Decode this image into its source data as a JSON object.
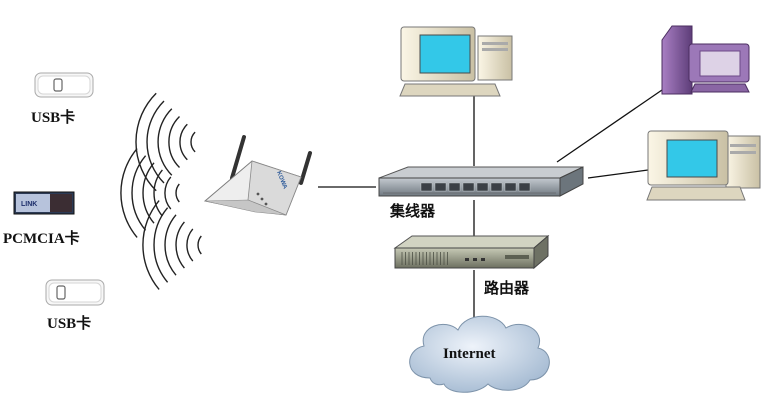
{
  "labels": {
    "usb_top": "USB卡",
    "pcmcia": "PCMCIA卡",
    "usb_bottom": "USB卡",
    "hub": "集线器",
    "router": "路由器",
    "internet": "Internet",
    "ap_brand": "KOWA",
    "pcmcia_brand": "LINK"
  },
  "colors": {
    "monitor_screen": "#33c8e8",
    "pc_case": "#e8e0c8",
    "purple_pc": "#8e6aa6",
    "hub_body": "#9aa3ac",
    "router_body": "#9ca08e",
    "cloud": "#c4d4e4"
  }
}
